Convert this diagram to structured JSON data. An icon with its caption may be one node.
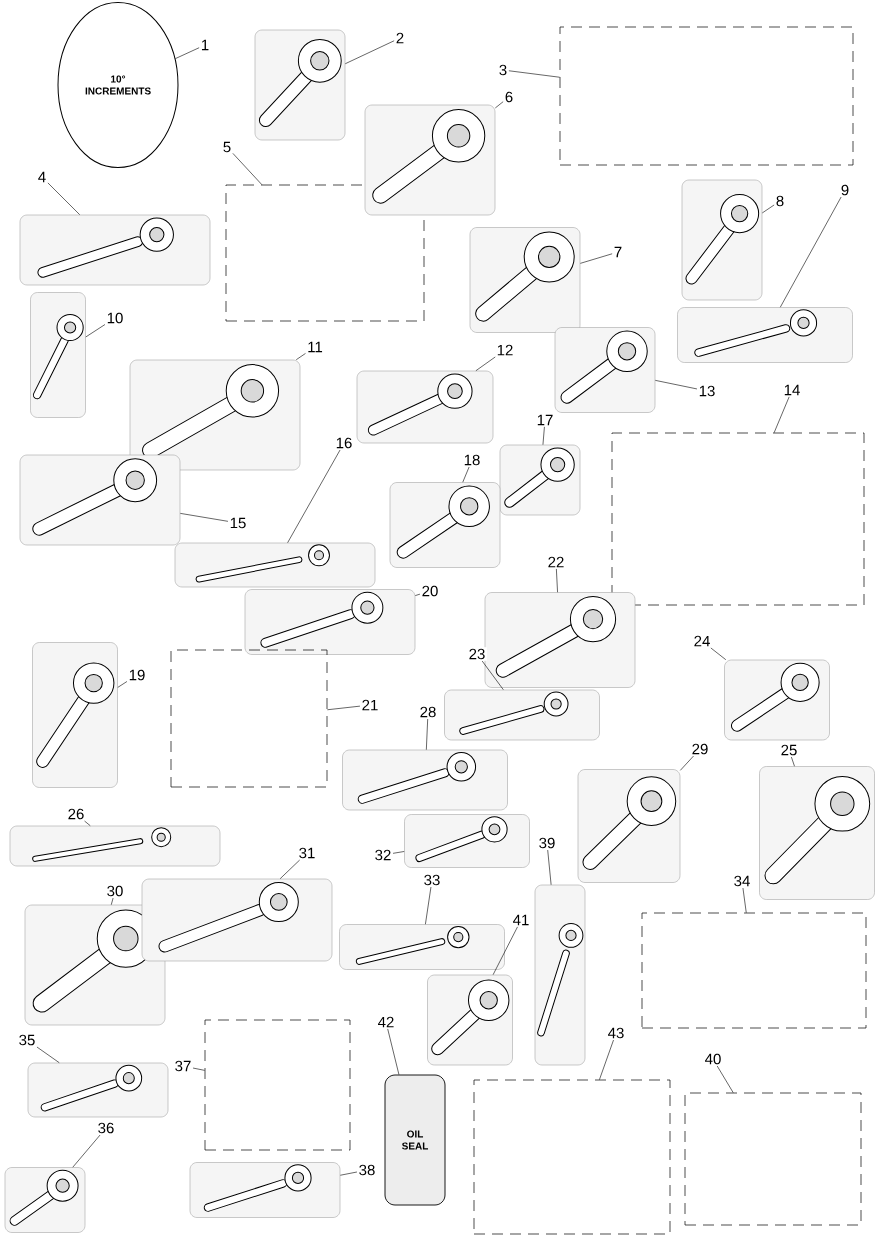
{
  "diagram": {
    "nodes": [
      {
        "text": [
          "1"
        ]
      },
      {
        "text": [
          "10° INCREMENTS"
        ]
      },
      {
        "text": [
          "2"
        ]
      },
      {
        "text": [],
        "shape": "picture"
      },
      {
        "text": [
          "3"
        ]
      },
      {
        "text": [],
        "shape": "box"
      },
      {
        "text": [
          "4"
        ]
      },
      {
        "text": [],
        "shape": "picture"
      },
      {
        "text": [
          "5"
        ]
      },
      {
        "text": [],
        "shape": "box"
      },
      {
        "text": [
          "6"
        ]
      },
      {
        "text": [],
        "shape": "picture"
      },
      {
        "text": [
          "7"
        ]
      },
      {
        "text": [],
        "shape": "picture"
      },
      {
        "text": [
          "8"
        ]
      },
      {
        "text": [],
        "shape": "picture"
      },
      {
        "text": [
          "9"
        ]
      },
      {
        "text": [],
        "shape": "picture"
      },
      {
        "text": [
          "10"
        ]
      },
      {
        "text": [],
        "shape": "picture"
      },
      {
        "text": [
          "11"
        ]
      },
      {
        "text": [],
        "shape": "picture"
      },
      {
        "text": [
          "12"
        ]
      },
      {
        "text": [],
        "shape": "picture"
      },
      {
        "text": [
          "13"
        ]
      },
      {
        "text": [],
        "shape": "picture"
      },
      {
        "text": [
          "14"
        ]
      },
      {
        "text": [],
        "shape": "box"
      },
      {
        "text": [
          "15"
        ]
      },
      {
        "text": [],
        "shape": "picture"
      },
      {
        "text": [
          "16"
        ]
      },
      {
        "text": [],
        "shape": "picture"
      },
      {
        "text": [
          "17"
        ]
      },
      {
        "text": [],
        "shape": "picture"
      },
      {
        "text": [
          "18"
        ]
      },
      {
        "text": [],
        "shape": "picture"
      },
      {
        "text": [
          "19"
        ]
      },
      {
        "text": [],
        "shape": "picture"
      },
      {
        "text": [
          "20"
        ]
      },
      {
        "text": [],
        "shape": "picture"
      },
      {
        "text": [
          "21"
        ]
      },
      {
        "text": [],
        "shape": "box"
      },
      {
        "text": [
          "22"
        ]
      },
      {
        "text": [],
        "shape": "picture"
      },
      {
        "text": [
          "23"
        ]
      },
      {
        "text": [],
        "shape": "picture"
      },
      {
        "text": [
          "24"
        ]
      },
      {
        "text": [],
        "shape": "picture"
      },
      {
        "text": [
          "25"
        ]
      },
      {
        "text": [],
        "shape": "picture"
      },
      {
        "text": [
          "26"
        ]
      },
      {
        "text": [],
        "shape": "picture"
      },
      {
        "text": [
          "28"
        ]
      },
      {
        "text": [],
        "shape": "picture"
      },
      {
        "text": [
          "29"
        ]
      },
      {
        "text": [],
        "shape": "picture"
      },
      {
        "text": [
          "30"
        ]
      },
      {
        "text": [],
        "shape": "picture"
      },
      {
        "text": [
          "31"
        ]
      },
      {
        "text": [],
        "shape": "picture"
      },
      {
        "text": [
          "32"
        ]
      },
      {
        "text": [],
        "shape": "picture"
      },
      {
        "text": [
          "33"
        ]
      },
      {
        "text": [],
        "shape": "picture"
      },
      {
        "text": [
          "34"
        ]
      },
      {
        "text": [],
        "shape": "box"
      },
      {
        "text": [
          "35"
        ]
      },
      {
        "text": [],
        "shape": "picture"
      },
      {
        "text": [
          "36"
        ]
      },
      {
        "text": [],
        "shape": "picture"
      },
      {
        "text": [
          "37"
        ]
      },
      {
        "text": [],
        "shape": "box"
      },
      {
        "text": [
          "38"
        ]
      },
      {
        "text": [],
        "shape": "picture"
      },
      {
        "text": [
          "39"
        ]
      },
      {
        "text": [],
        "shape": "picture"
      },
      {
        "text": [
          "40"
        ]
      },
      {
        "text": [],
        "shape": "box"
      },
      {
        "text": [
          "41"
        ]
      },
      {
        "text": [],
        "shape": "picture"
      },
      {
        "text": [
          "42"
        ]
      },
      {
        "text": [
          "OIL SEAL"
        ]
      },
      {
        "text": [
          "43"
        ]
      },
      {
        "text": [],
        "shape": "box"
      }
    ],
    "edges": [
      {
        "from": 0,
        "to": 1,
        "arrow": "none"
      },
      {
        "from": 2,
        "to": 3,
        "arrow": "none"
      },
      {
        "from": 4,
        "to": 5,
        "arrow": "none"
      },
      {
        "from": 6,
        "to": 7,
        "arrow": "none"
      },
      {
        "from": 8,
        "to": 9,
        "arrow": "none"
      },
      {
        "from": 10,
        "to": 11,
        "arrow": "none"
      },
      {
        "from": 12,
        "to": 13,
        "arrow": "none"
      },
      {
        "from": 14,
        "to": 15,
        "arrow": "none"
      },
      {
        "from": 16,
        "to": 17,
        "arrow": "none"
      },
      {
        "from": 18,
        "to": 19,
        "arrow": "none"
      },
      {
        "from": 20,
        "to": 21,
        "arrow": "none"
      },
      {
        "from": 22,
        "to": 23,
        "arrow": "none"
      },
      {
        "from": 24,
        "to": 25,
        "arrow": "none"
      },
      {
        "from": 26,
        "to": 27,
        "arrow": "none"
      },
      {
        "from": 28,
        "to": 29,
        "arrow": "none"
      },
      {
        "from": 30,
        "to": 31,
        "arrow": "none"
      },
      {
        "from": 32,
        "to": 33,
        "arrow": "none"
      },
      {
        "from": 34,
        "to": 35,
        "arrow": "none"
      },
      {
        "from": 36,
        "to": 37,
        "arrow": "none"
      },
      {
        "from": 38,
        "to": 39,
        "arrow": "none"
      },
      {
        "from": 40,
        "to": 41,
        "arrow": "none"
      },
      {
        "from": 42,
        "to": 43,
        "arrow": "none"
      },
      {
        "from": 44,
        "to": 45,
        "arrow": "none"
      },
      {
        "from": 46,
        "to": 47,
        "arrow": "none"
      },
      {
        "from": 48,
        "to": 49,
        "arrow": "none"
      },
      {
        "from": 50,
        "to": 51,
        "arrow": "none"
      },
      {
        "from": 52,
        "to": 53,
        "arrow": "none"
      },
      {
        "from": 54,
        "to": 55,
        "arrow": "none"
      },
      {
        "from": 56,
        "to": 57,
        "arrow": "none"
      },
      {
        "from": 58,
        "to": 59,
        "arrow": "none"
      },
      {
        "from": 60,
        "to": 61,
        "arrow": "none"
      },
      {
        "from": 62,
        "to": 63,
        "arrow": "none"
      },
      {
        "from": 64,
        "to": 65,
        "arrow": "none"
      },
      {
        "from": 66,
        "to": 67,
        "arrow": "none"
      },
      {
        "from": 68,
        "to": 69,
        "arrow": "none"
      },
      {
        "from": 70,
        "to": 71,
        "arrow": "none"
      },
      {
        "from": 72,
        "to": 73,
        "arrow": "none"
      },
      {
        "from": 74,
        "to": 75,
        "arrow": "none"
      },
      {
        "from": 76,
        "to": 77,
        "arrow": "none"
      },
      {
        "from": 78,
        "to": 79,
        "arrow": "none"
      },
      {
        "from": 80,
        "to": 81,
        "arrow": "none"
      },
      {
        "from": 82,
        "to": 83,
        "arrow": "none"
      }
    ]
  }
}
